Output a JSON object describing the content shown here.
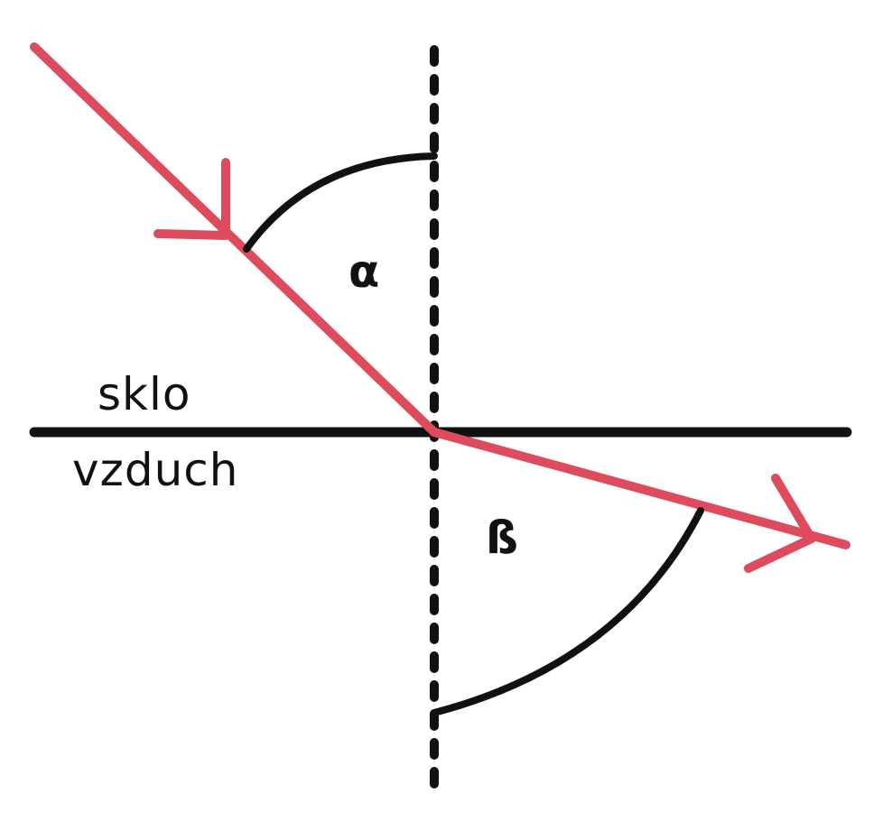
{
  "labels": {
    "upper_medium": "sklo",
    "lower_medium": "vzduch",
    "incidence_angle": "α",
    "refraction_angle": "ß"
  },
  "colors": {
    "ray": "#de4b5d",
    "line": "#111111",
    "background": "#ffffff"
  }
}
